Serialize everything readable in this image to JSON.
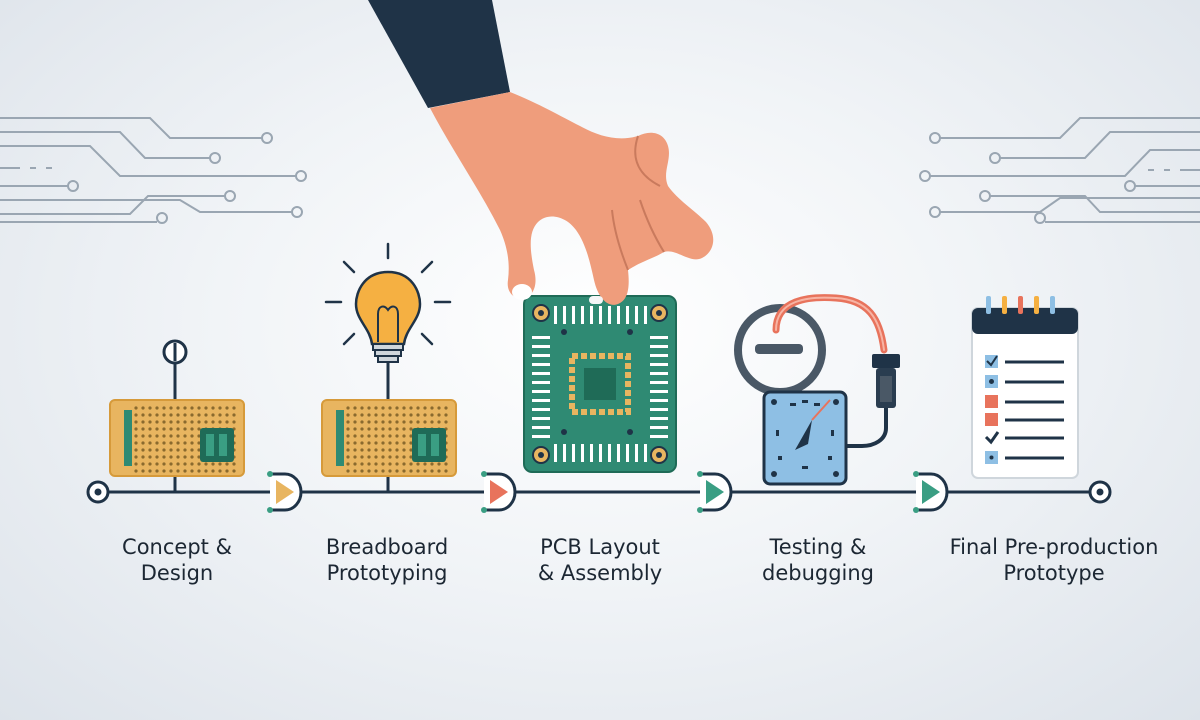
{
  "colors": {
    "navy": "#1f3347",
    "skin": "#ef9d7c",
    "pcb_green": "#2f8a73",
    "pcb_dark": "#1f6b57",
    "gold": "#e8b560",
    "gold_dark": "#d69a3a",
    "breadboard": "#e8b560",
    "blue_device": "#8ebfe4",
    "red_cable": "#e8735c",
    "teal": "#3a9e83",
    "line": "#1f3347",
    "circuit_gray": "#9aa6b2"
  },
  "stages": [
    {
      "line1": "Concept &",
      "line2": "Design",
      "icon": "breadboard-probe-icon"
    },
    {
      "line1": "Breadboard",
      "line2": "Prototyping",
      "icon": "lightbulb-breadboard-icon"
    },
    {
      "line1": "PCB Layout",
      "line2": "& Assembly",
      "icon": "pcb-chip-icon"
    },
    {
      "line1": "Testing &",
      "line2": "debugging",
      "icon": "multimeter-icon"
    },
    {
      "line1": "Final Pre-production",
      "line2": "Prototype",
      "icon": "checklist-icon"
    }
  ],
  "decor": {
    "hand": "hand-icon",
    "left_traces": "circuit-traces-icon",
    "right_traces": "circuit-traces-icon",
    "connectors": "flow-arrow-icon"
  }
}
